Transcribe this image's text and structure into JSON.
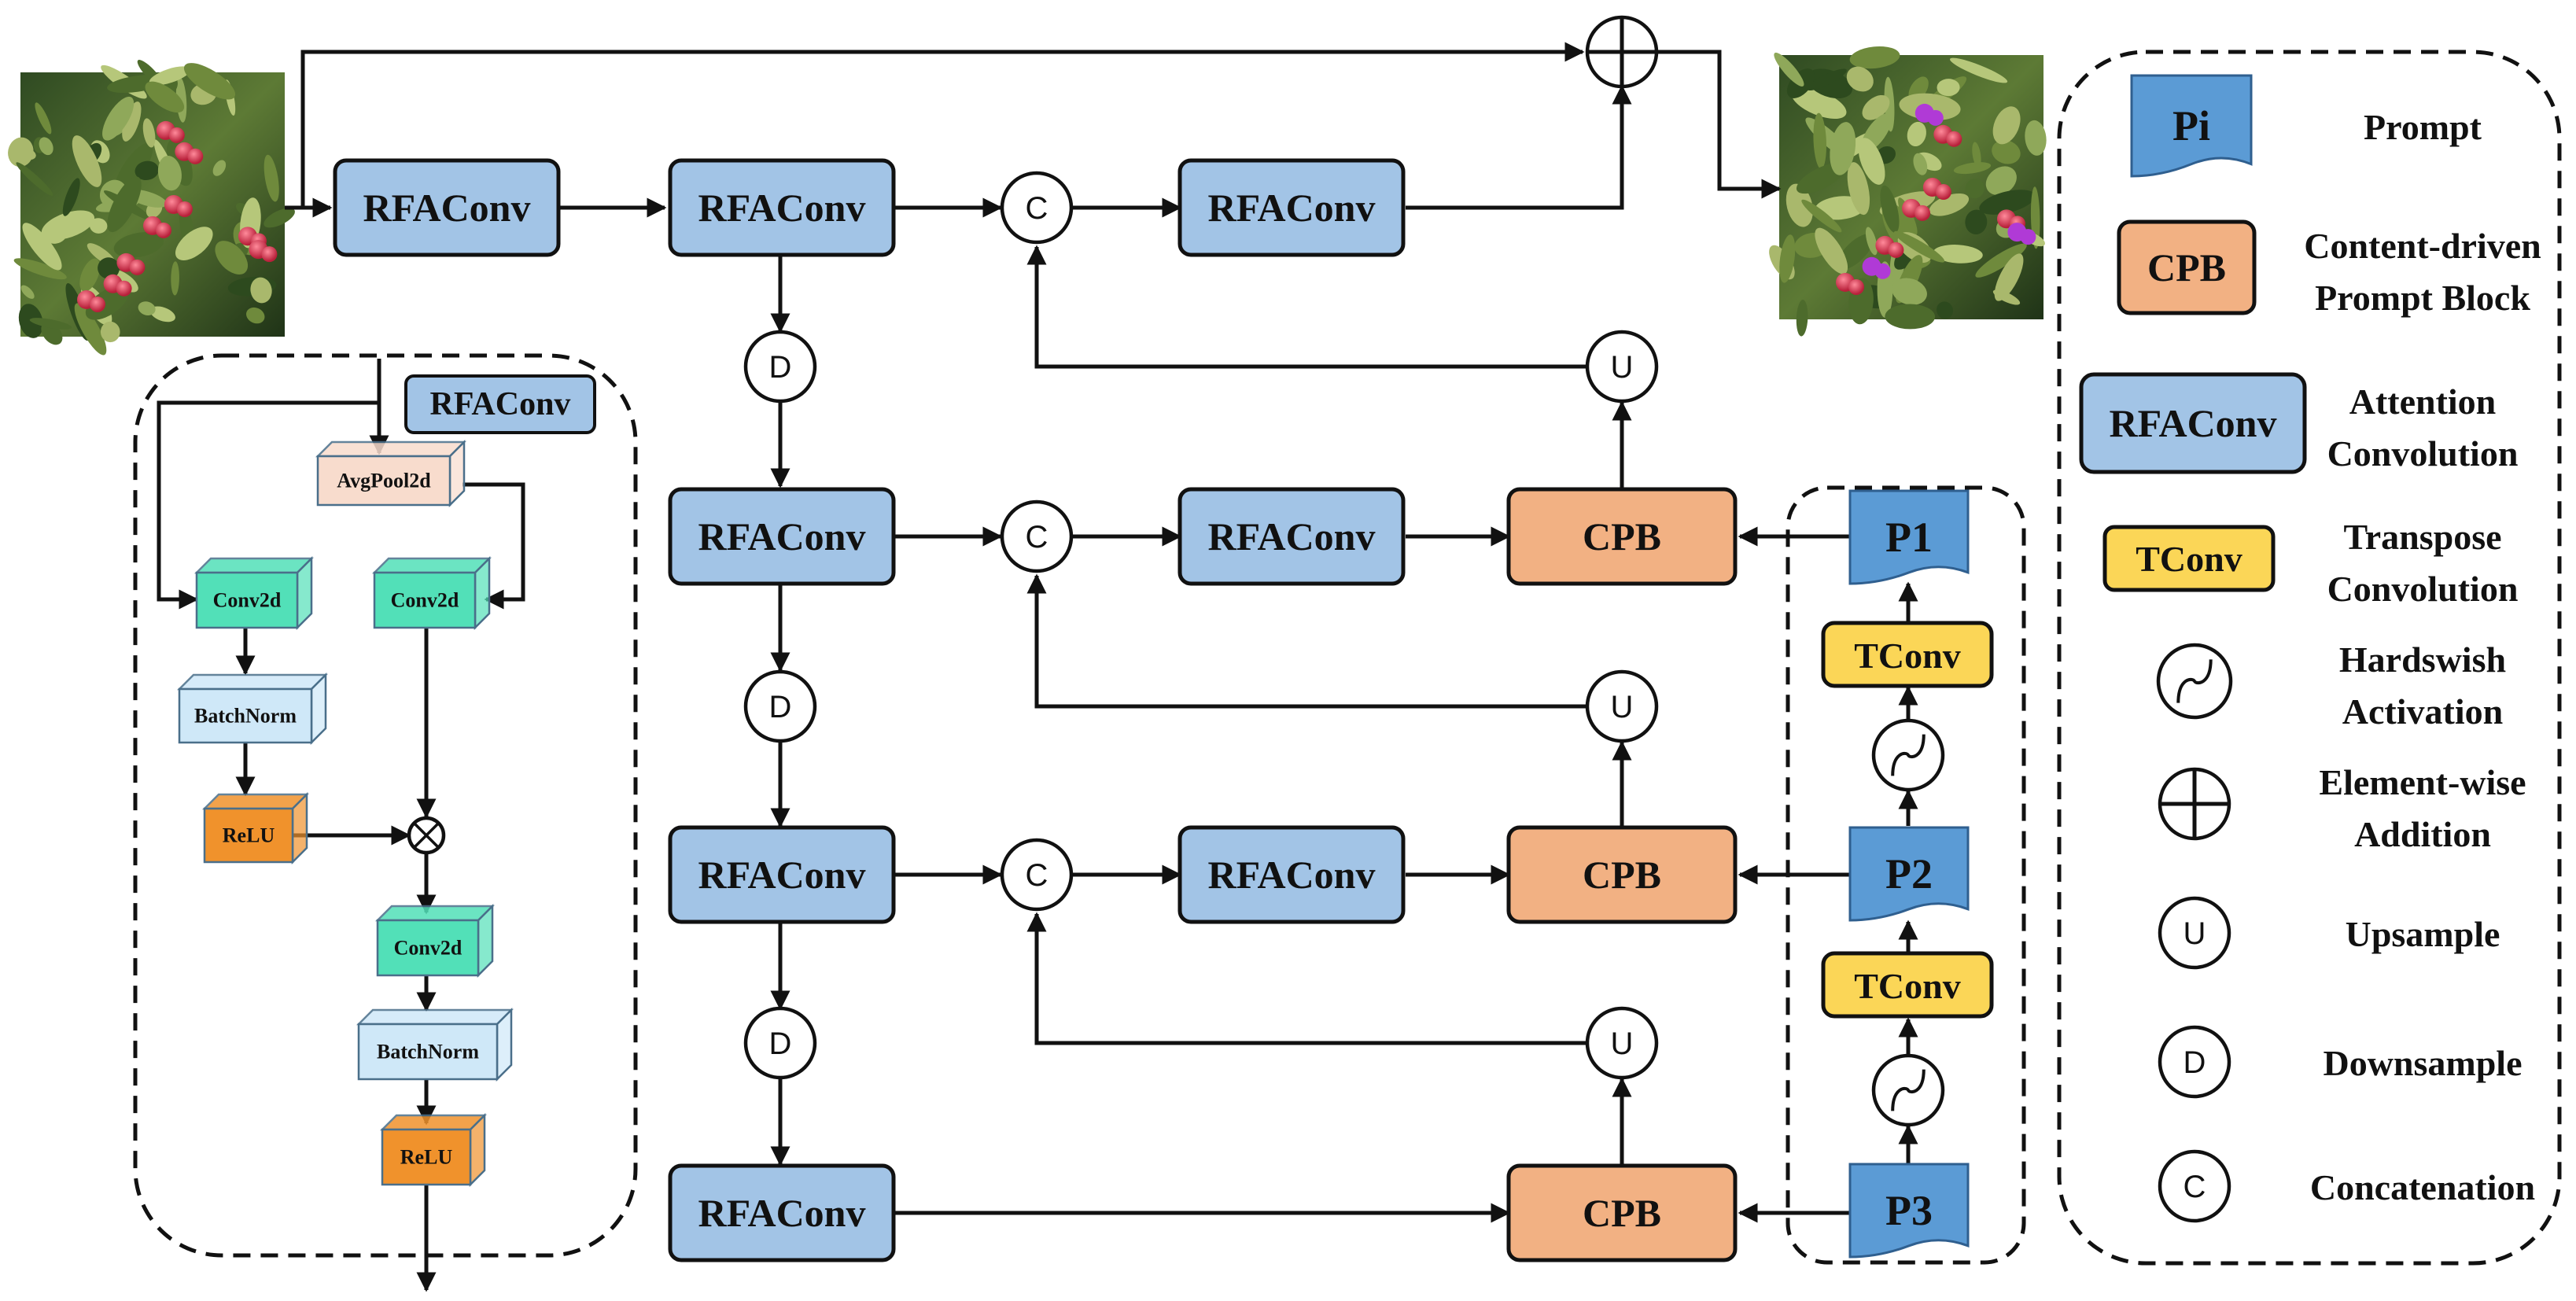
{
  "colors": {
    "rfaconv": "#a2c4e6",
    "cpb": "#f2b183",
    "tconv": "#fbd657",
    "prompt": "#5b9bd5",
    "avgpool": "#f8dccd",
    "conv2d": "#52e0b8",
    "batchnorm": "#cfe8f8",
    "relu": "#f0922c"
  },
  "images": {
    "input": "lychee-input-photo",
    "output": "lychee-output-detection-photo"
  },
  "main": {
    "rfaconv": "RFAConv",
    "cpb": "CPB",
    "tconv": "TConv",
    "prompts": [
      "P1",
      "P2",
      "P3"
    ],
    "symbols": {
      "concat": "C",
      "upsample": "U",
      "downsample": "D"
    }
  },
  "inset": {
    "title": "RFAConv",
    "avgpool": "AvgPool2d",
    "conv2d": "Conv2d",
    "batchnorm": "BatchNorm",
    "relu": "ReLU"
  },
  "legend": [
    {
      "symbol": "Pi",
      "kind": "prompt",
      "label": [
        "Prompt"
      ]
    },
    {
      "symbol": "CPB",
      "kind": "cpb",
      "label": [
        "Content-driven",
        "Prompt Block"
      ]
    },
    {
      "symbol": "RFAConv",
      "kind": "rfaconv",
      "label": [
        "Attention",
        "Convolution"
      ]
    },
    {
      "symbol": "TConv",
      "kind": "tconv",
      "label": [
        "Transpose",
        "Convolution"
      ]
    },
    {
      "symbol": "",
      "kind": "hardswish",
      "label": [
        "Hardswish",
        "Activation"
      ]
    },
    {
      "symbol": "",
      "kind": "add",
      "label": [
        "Element-wise",
        "Addition"
      ]
    },
    {
      "symbol": "U",
      "kind": "circle",
      "label": [
        "Upsample"
      ]
    },
    {
      "symbol": "D",
      "kind": "circle",
      "label": [
        "Downsample"
      ]
    },
    {
      "symbol": "C",
      "kind": "circle",
      "label": [
        "Concatenation"
      ]
    }
  ]
}
